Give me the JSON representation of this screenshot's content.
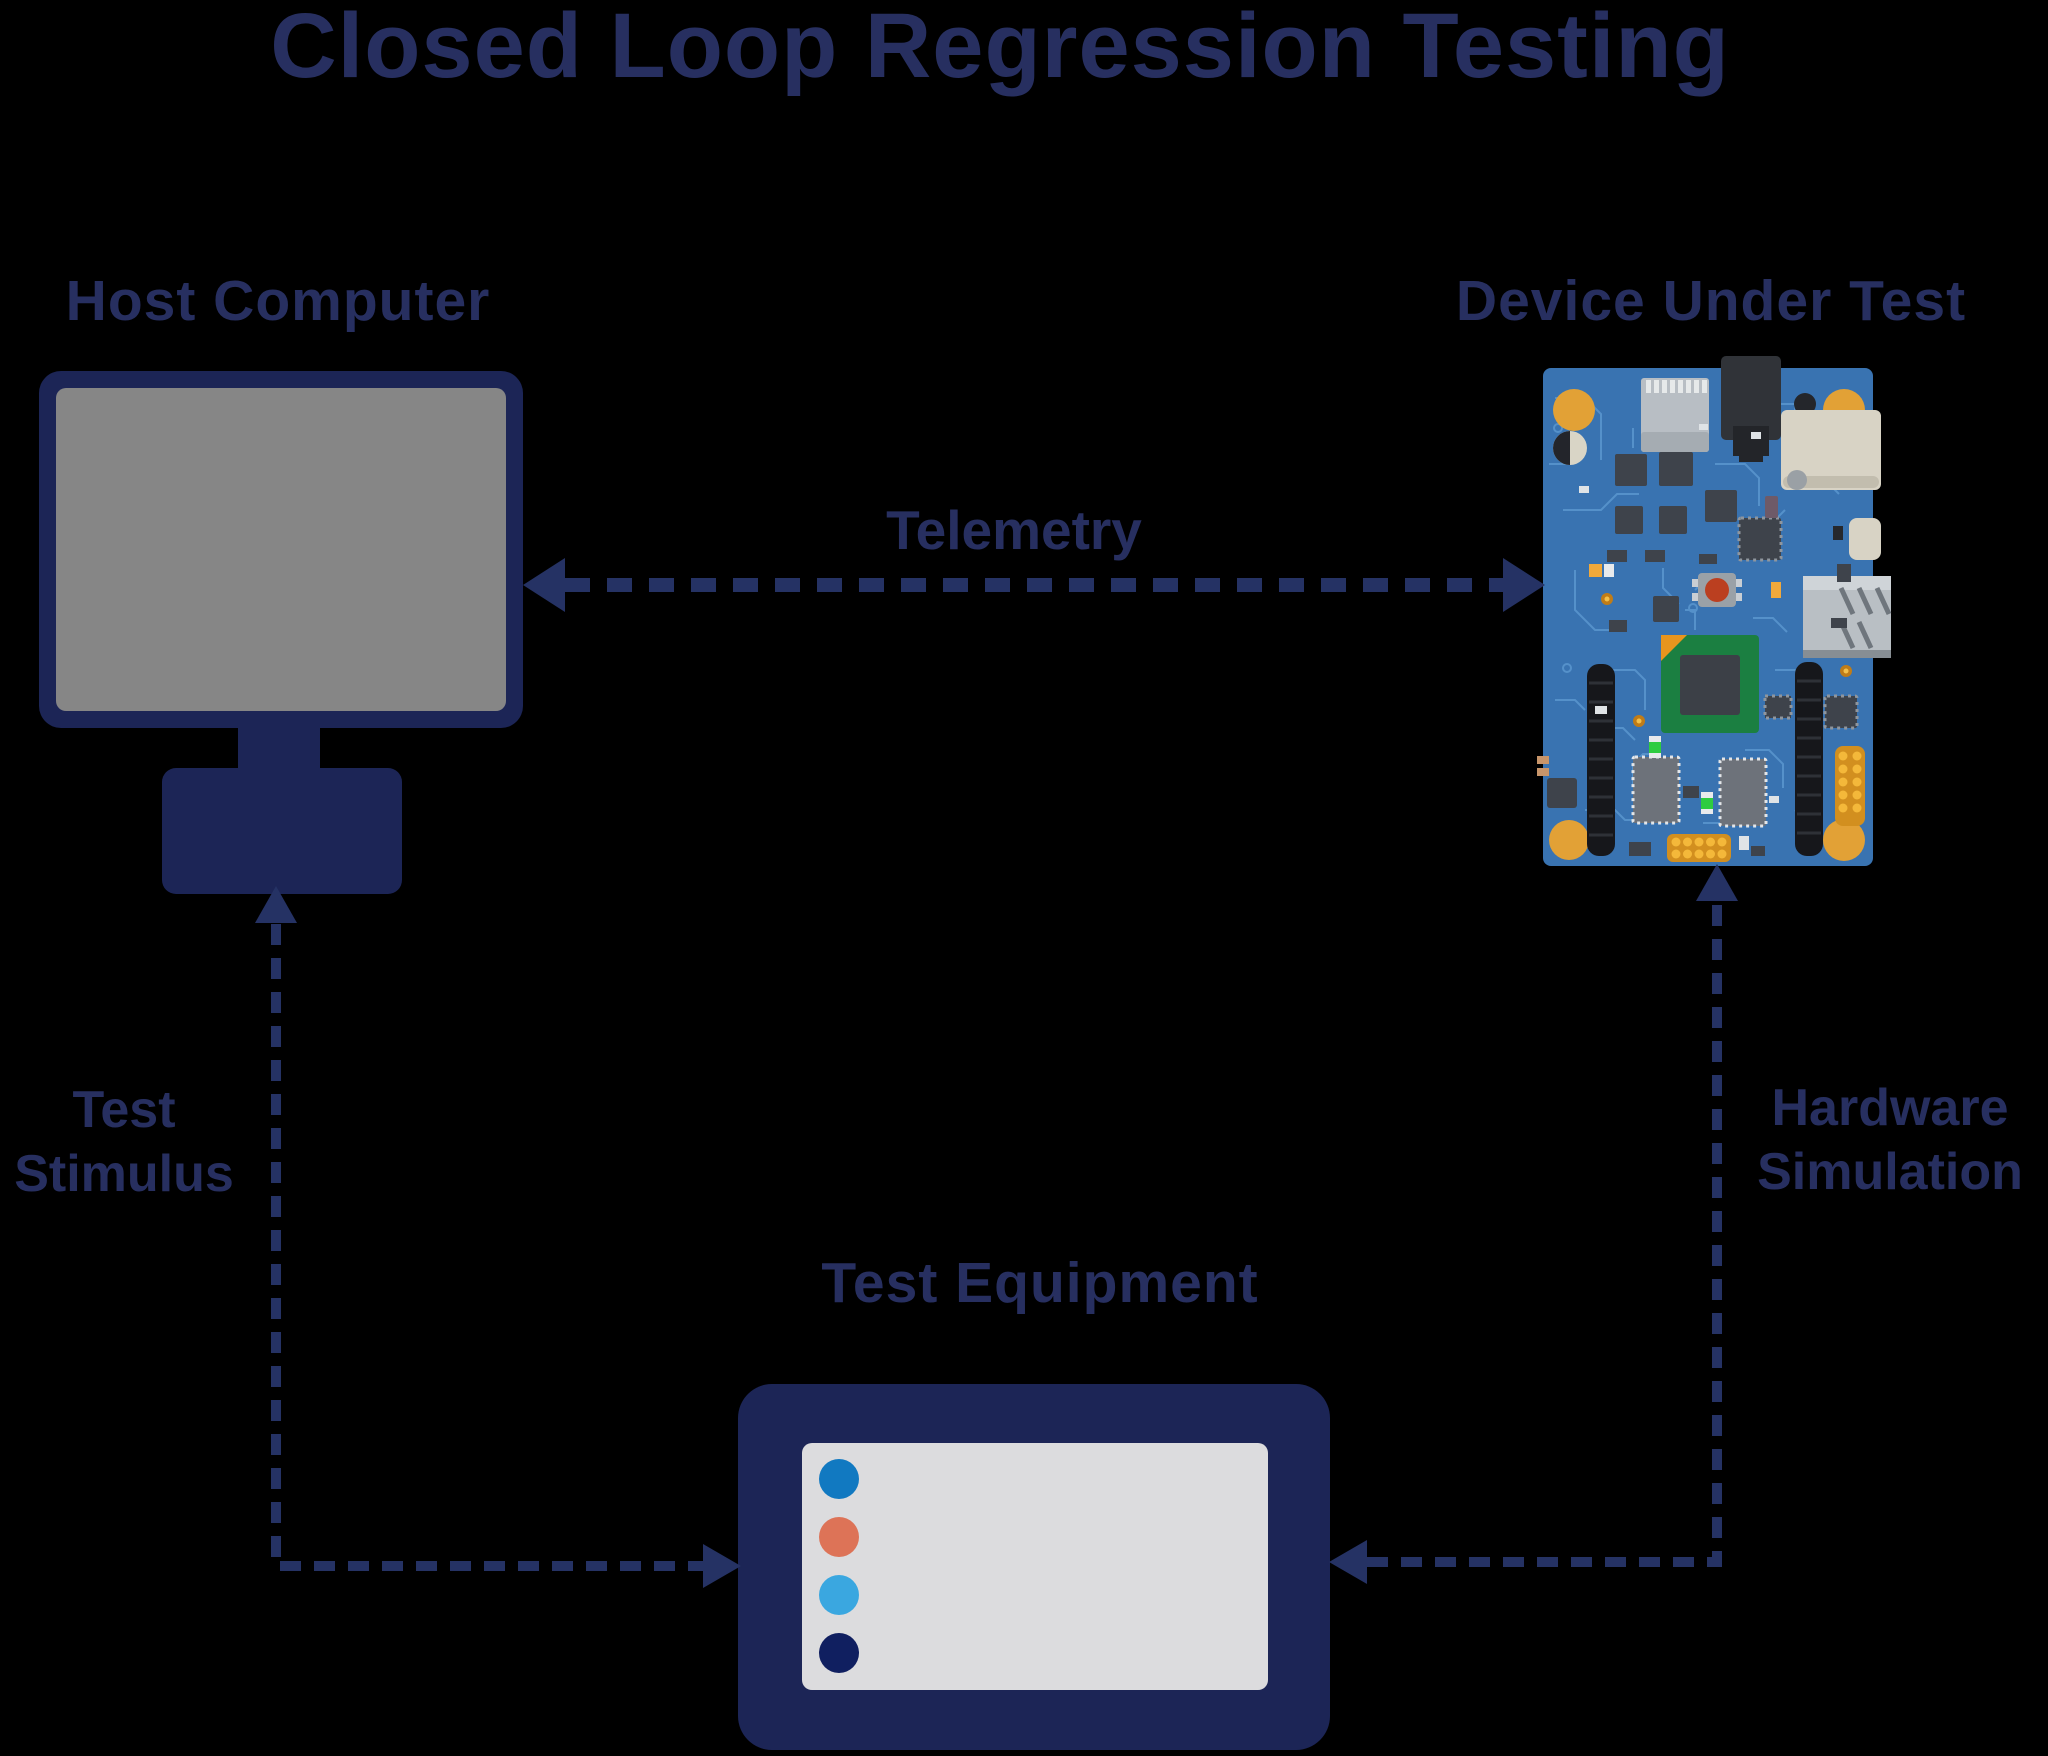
{
  "title": "Closed Loop Regression Testing",
  "nodes": {
    "host_computer": {
      "label": "Host Computer",
      "icon": "monitor-icon"
    },
    "device_under_test": {
      "label": "Device Under Test",
      "icon": "circuit-board-icon"
    },
    "test_equipment": {
      "label": "Test Equipment",
      "icon": "test-equipment-icon"
    }
  },
  "links": {
    "telemetry": {
      "label": "Telemetry",
      "style": "dashed",
      "direction": "bidirectional"
    },
    "test_stimulus": {
      "line1": "Test",
      "line2": "Stimulus",
      "style": "dashed",
      "direction": "bidirectional"
    },
    "hardware_simulation": {
      "line1": "Hardware",
      "line2": "Simulation",
      "style": "dashed",
      "direction": "bidirectional"
    }
  },
  "colors": {
    "background": "#000000",
    "text_navy": "#272f60",
    "shape_navy": "#1c2556",
    "arrow_navy": "#253264",
    "monitor_screen_gray": "#868686",
    "equipment_screen_gray": "#dcdcde",
    "board_blue": "#3973b1",
    "trace_blue": "#5b97cf",
    "chip_dark": "#3e434b",
    "chip_gray": "#6d727a",
    "cpu_green": "#1b7f41",
    "pad_orange": "#e2a136",
    "port_cream": "#d8d3c5",
    "port_gray": "#b9bfc4",
    "pin_yellow": "#f4b83a",
    "button_red": "#bb3f20",
    "indicator_dots": [
      "#1179c1",
      "#dd7357",
      "#3aa7e0",
      "#101f60"
    ]
  }
}
